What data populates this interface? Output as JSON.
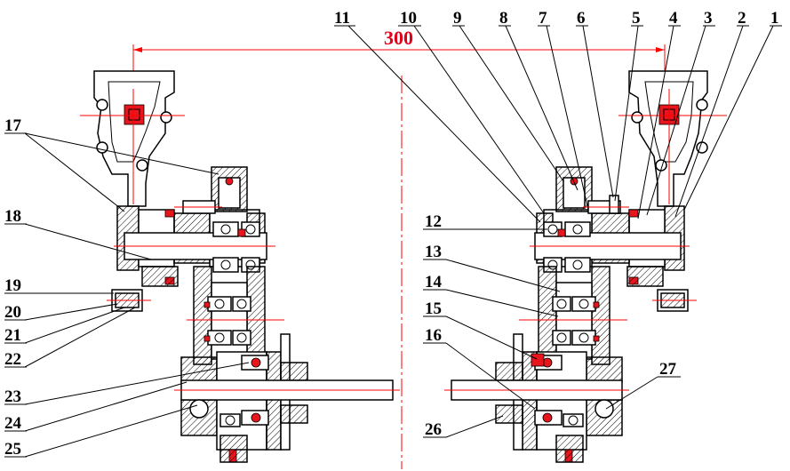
{
  "dimension": {
    "value": "300"
  },
  "labels": {
    "top": [
      "11",
      "10",
      "9",
      "8",
      "7",
      "6",
      "5",
      "4",
      "3",
      "2",
      "1"
    ],
    "left": [
      "17",
      "18",
      "19",
      "20",
      "21",
      "22",
      "23",
      "24",
      "25"
    ],
    "right": [
      "12",
      "13",
      "14",
      "15",
      "16",
      "27",
      "26"
    ]
  },
  "colors": {
    "line": "#000000",
    "centerline": "#ff0000",
    "seal": "#e8151c",
    "dimension": "#e0001a"
  }
}
